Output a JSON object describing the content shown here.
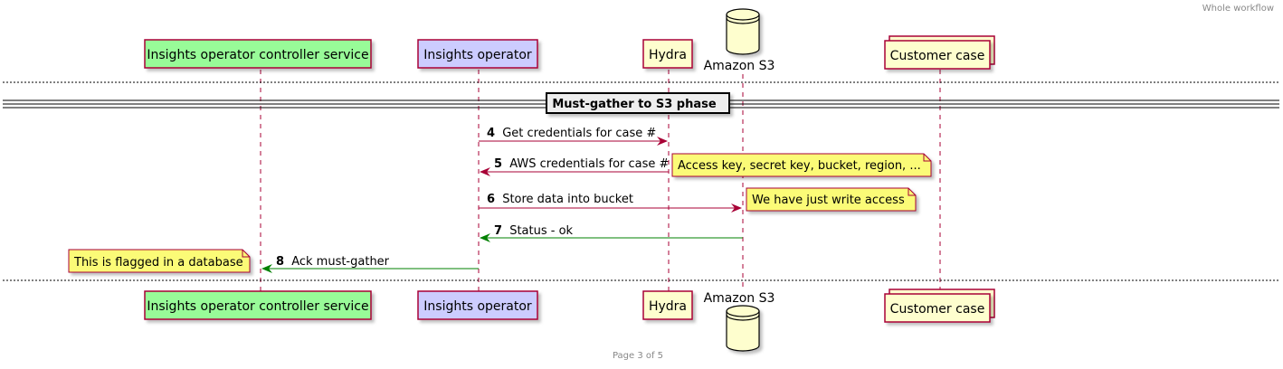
{
  "header": {
    "title": "Whole workflow"
  },
  "footer": {
    "page": "Page 3 of 5"
  },
  "colors": {
    "participant_border": "#A80036",
    "controller_fill": "#98FB98",
    "operator_fill": "#CCCCFF",
    "default_fill": "#FEFECE",
    "note_fill": "#FBFB77",
    "request_arrow": "#A80036",
    "response_arrow": "#008000",
    "line": "#000000"
  },
  "participants": [
    {
      "id": "controller",
      "label": "Insights operator controller service",
      "shape": "box"
    },
    {
      "id": "operator",
      "label": "Insights operator",
      "shape": "box"
    },
    {
      "id": "hydra",
      "label": "Hydra",
      "shape": "box"
    },
    {
      "id": "s3",
      "label": "Amazon S3",
      "shape": "database"
    },
    {
      "id": "case",
      "label": "Customer case",
      "shape": "collection"
    }
  ],
  "phase": {
    "label": "Must-gather to S3 phase"
  },
  "messages": [
    {
      "num": "4",
      "text": "Get credentials for case #",
      "from": "operator",
      "to": "hydra",
      "kind": "request"
    },
    {
      "num": "5",
      "text": "AWS credentials for case #",
      "from": "hydra",
      "to": "operator",
      "kind": "request",
      "note": "Access key, secret key, bucket, region, ..."
    },
    {
      "num": "6",
      "text": "Store data into bucket",
      "from": "operator",
      "to": "s3",
      "kind": "request",
      "note": "We have just write access"
    },
    {
      "num": "7",
      "text": "Status - ok",
      "from": "s3",
      "to": "operator",
      "kind": "response"
    },
    {
      "num": "8",
      "text": "Ack must-gather",
      "from": "operator",
      "to": "controller",
      "kind": "response",
      "note": "This is flagged in a database"
    }
  ]
}
